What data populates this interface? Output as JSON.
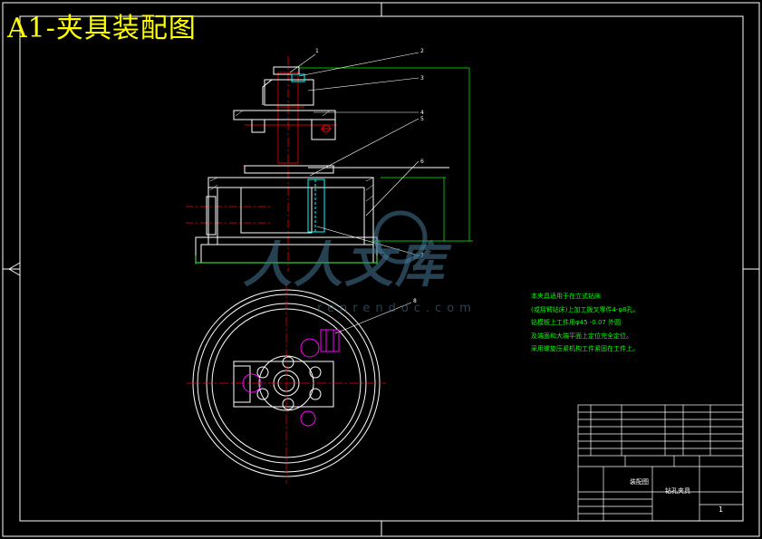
{
  "drawing": {
    "title": "A1-夹具装配图",
    "technical_notes": [
      "本夹具适用于在立式钻床",
      "(或摇臂钻床)上加工拨叉零件4-φ8孔。",
      "钻模板上工件用φ45 -0.07 外圆",
      "及端面和大端平面上定位完全定位。",
      "采用螺旋压紧机构工件紧固在工件上。"
    ],
    "part_number_labels": [
      "1",
      "2",
      "3",
      "4",
      "5",
      "6",
      "7",
      "8"
    ],
    "title_block": {
      "drawing_title": "装配图",
      "part_name": "钻孔夹具",
      "sheet_number": "1"
    },
    "colors": {
      "background": "#000000",
      "outline": "#ffffff",
      "title": "#ffff00",
      "centerline_red": "#ff0000",
      "dimension_green": "#00ff00",
      "hidden_cyan": "#00ffff",
      "feature_magenta": "#ff00ff"
    }
  },
  "watermark": {
    "logo_text": "人人文库",
    "url_text": "renrendoc.com"
  }
}
